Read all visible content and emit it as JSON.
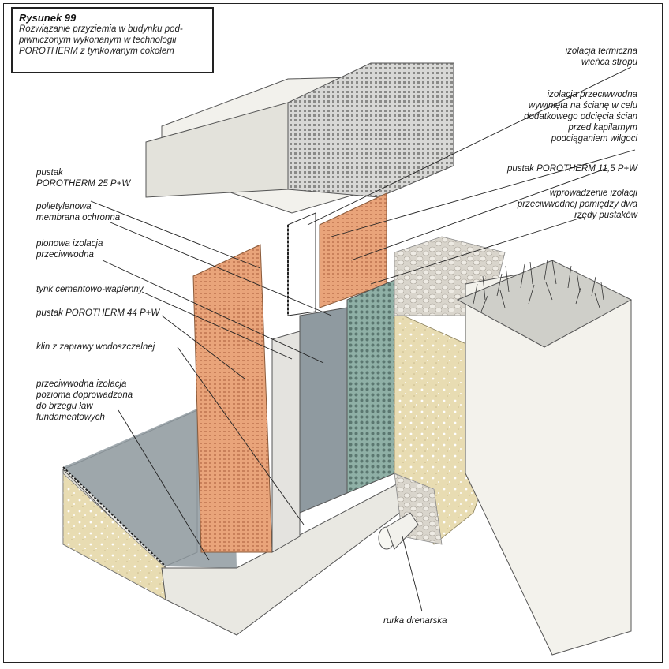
{
  "title": {
    "figure": "Rysunek 99",
    "caption": "Rozwiązanie przyziemia w budynku pod-\npiwniczonym wykonanym w technologii\nPOROTHERM z tynkowanym cokołem"
  },
  "labels": {
    "termiczna": "izolacja termiczna\nwieńca stropu",
    "wywinieta": "izolacja przeciwwodna\nwywinięta na ścianę w celu\ndodatkowego odcięcia ścian\nprzed kapilarnym\npodciąganiem wilgoci",
    "pustak115": "pustak POROTHERM 11,5 P+W",
    "wprowadzenie": "wprowadzenie izolacji\nprzeciwwodnej pomiędzy dwa\nrzędy pustaków",
    "pustak25": "pustak\nPOROTHERM 25 P+W",
    "membrana": "polietylenowa\nmembrana ochronna",
    "pionowa": "pionowa izolacja\nprzeciwwodna",
    "tynk": "tynk cementowo-wapienny",
    "pustak44": "pustak POROTHERM 44 P+W",
    "klin": "klin z zaprawy wodoszczelnej",
    "pozioma": "przeciwwodna izolacja\npozioma doprowadzona\ndo brzegu ław\nfundamentowych",
    "rurka": "rurka drenarska"
  },
  "colors": {
    "brick": "#e9a47a",
    "brick_dark": "#c9805a",
    "membrane": "#8f9aa0",
    "membrane_light": "#b7c2c7",
    "green_sheet": "#8fb0a6",
    "sand": "#e8dcb2",
    "gravel": "#d9d5cc",
    "concrete": "#f0efea"
  }
}
